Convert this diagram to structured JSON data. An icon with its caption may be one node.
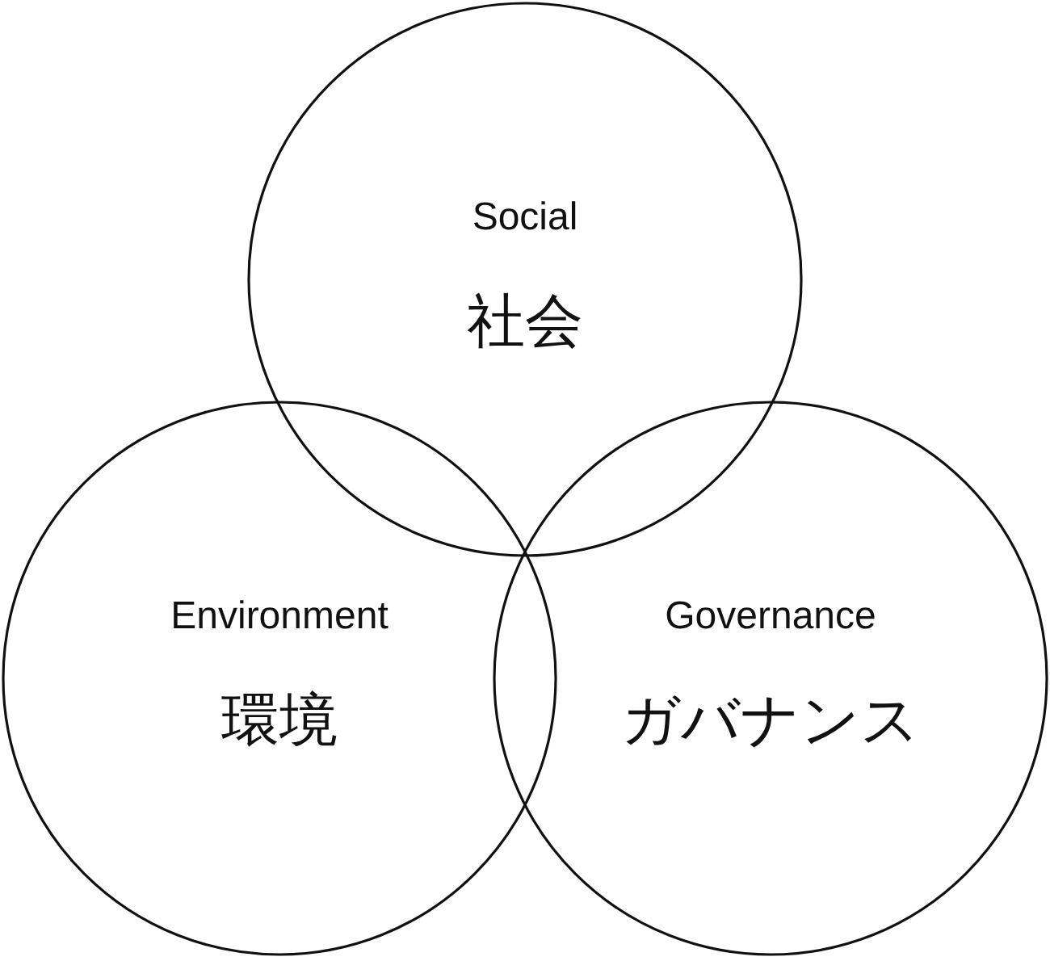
{
  "diagram": {
    "nodes": [
      {
        "text": [
          "Social",
          "社会"
        ]
      },
      {
        "text": [
          "Environment",
          "環境"
        ]
      },
      {
        "text": [
          "Governance",
          "ガバナンス"
        ]
      }
    ]
  }
}
